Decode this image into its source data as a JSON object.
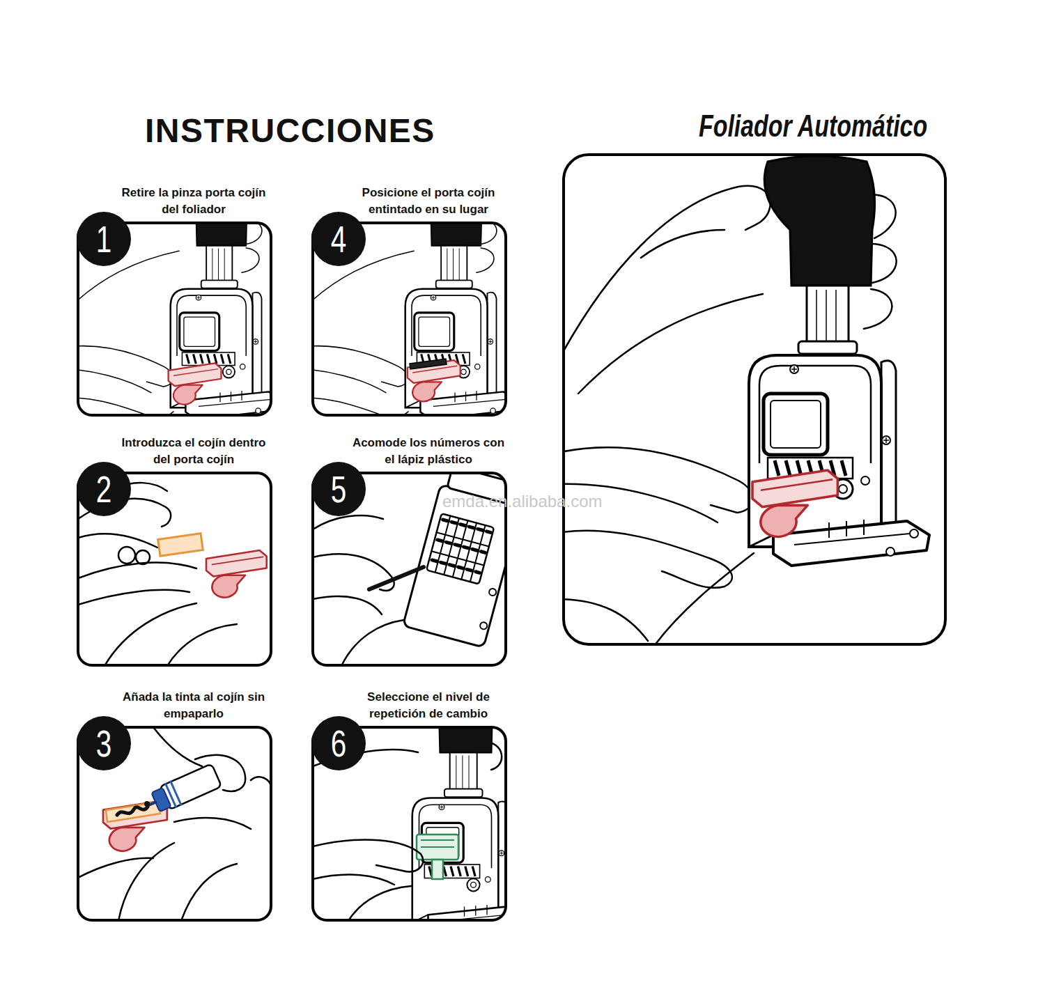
{
  "diagram": {
    "title": "INSTRUCCIONES",
    "nodes": [
      {
        "text": [
          "Retire la pinza porta cojín del foliador"
        ]
      },
      {
        "text": [
          "1"
        ],
        "in": 0
      },
      {
        "text": [
          "Posicione el porta cojín entintado en su lugar"
        ]
      },
      {
        "text": [
          "4"
        ],
        "in": 2
      },
      {
        "text": [
          "Introduzca el cojín dentro del porta cojín"
        ]
      },
      {
        "text": [
          "2"
        ],
        "in": 4
      },
      {
        "text": [
          "Acomode los números con el lápiz plástico"
        ]
      },
      {
        "text": [
          "5"
        ],
        "in": 6
      },
      {
        "text": [
          "Añada la tinta al cojín sin empaparlo"
        ]
      },
      {
        "text": [
          "3"
        ],
        "in": 8
      },
      {
        "text": [
          "Seleccione el nivel de repetición de cambio"
        ]
      },
      {
        "text": [
          "6"
        ],
        "in": 10
      },
      {
        "text": [
          "Foliador Automático"
        ]
      }
    ],
    "labels": [
      "emda.en.alibaba.com"
    ]
  }
}
